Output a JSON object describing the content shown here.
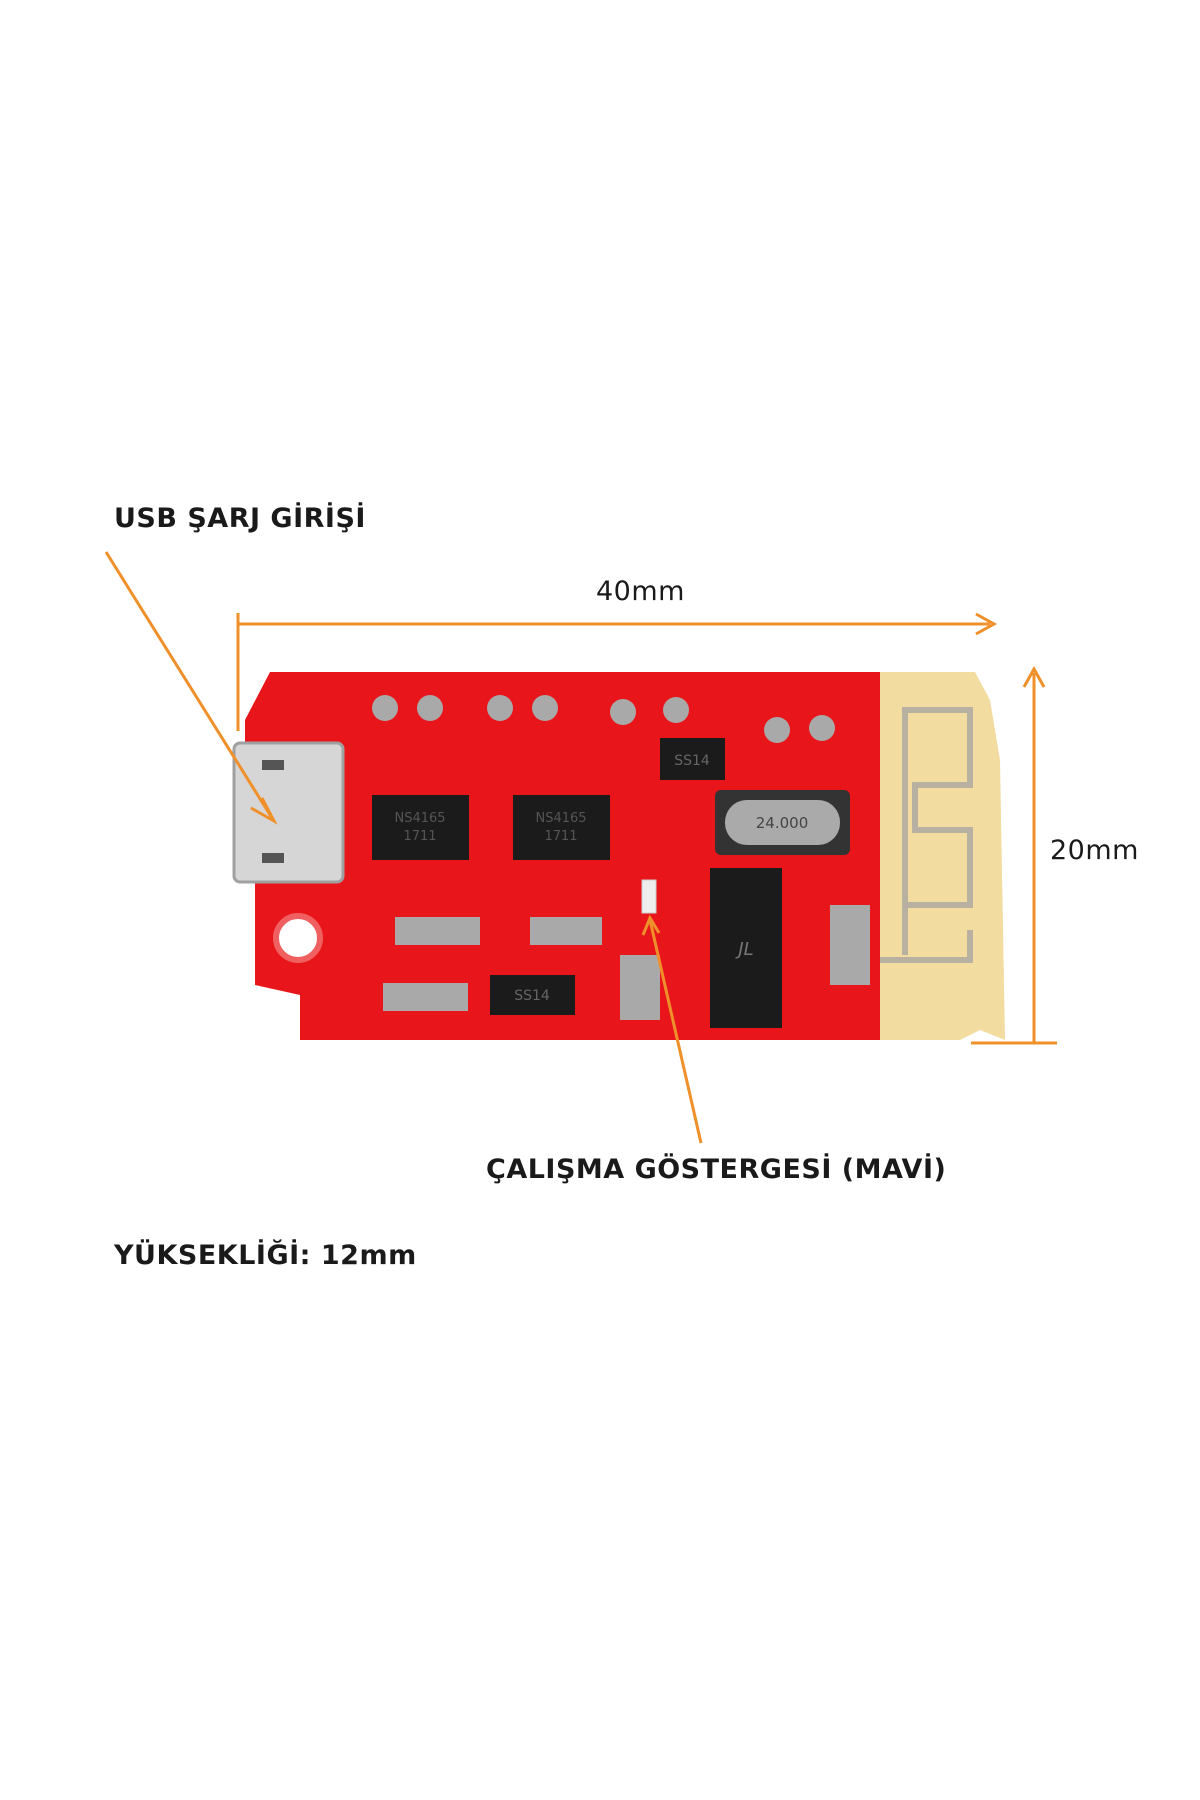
{
  "labels": {
    "usb": "USB ŞARJ GİRİŞİ",
    "width": "40mm",
    "height": "20mm",
    "indicator": "ÇALIŞMA GÖSTERGESİ (MAVİ)",
    "thickness": "YÜKSEKLİĞİ: 12mm"
  },
  "board": {
    "amp_chip_marking": "NS4165",
    "amp_chip_date": "1711",
    "diode_marking": "SS14",
    "crystal_marking": "24.000",
    "bt_chip_logo": "JL"
  },
  "colors": {
    "annotation": "#f0902a",
    "pcb": "#e8161b",
    "antenna": "#f3dca0",
    "text": "#1a1a1a"
  }
}
